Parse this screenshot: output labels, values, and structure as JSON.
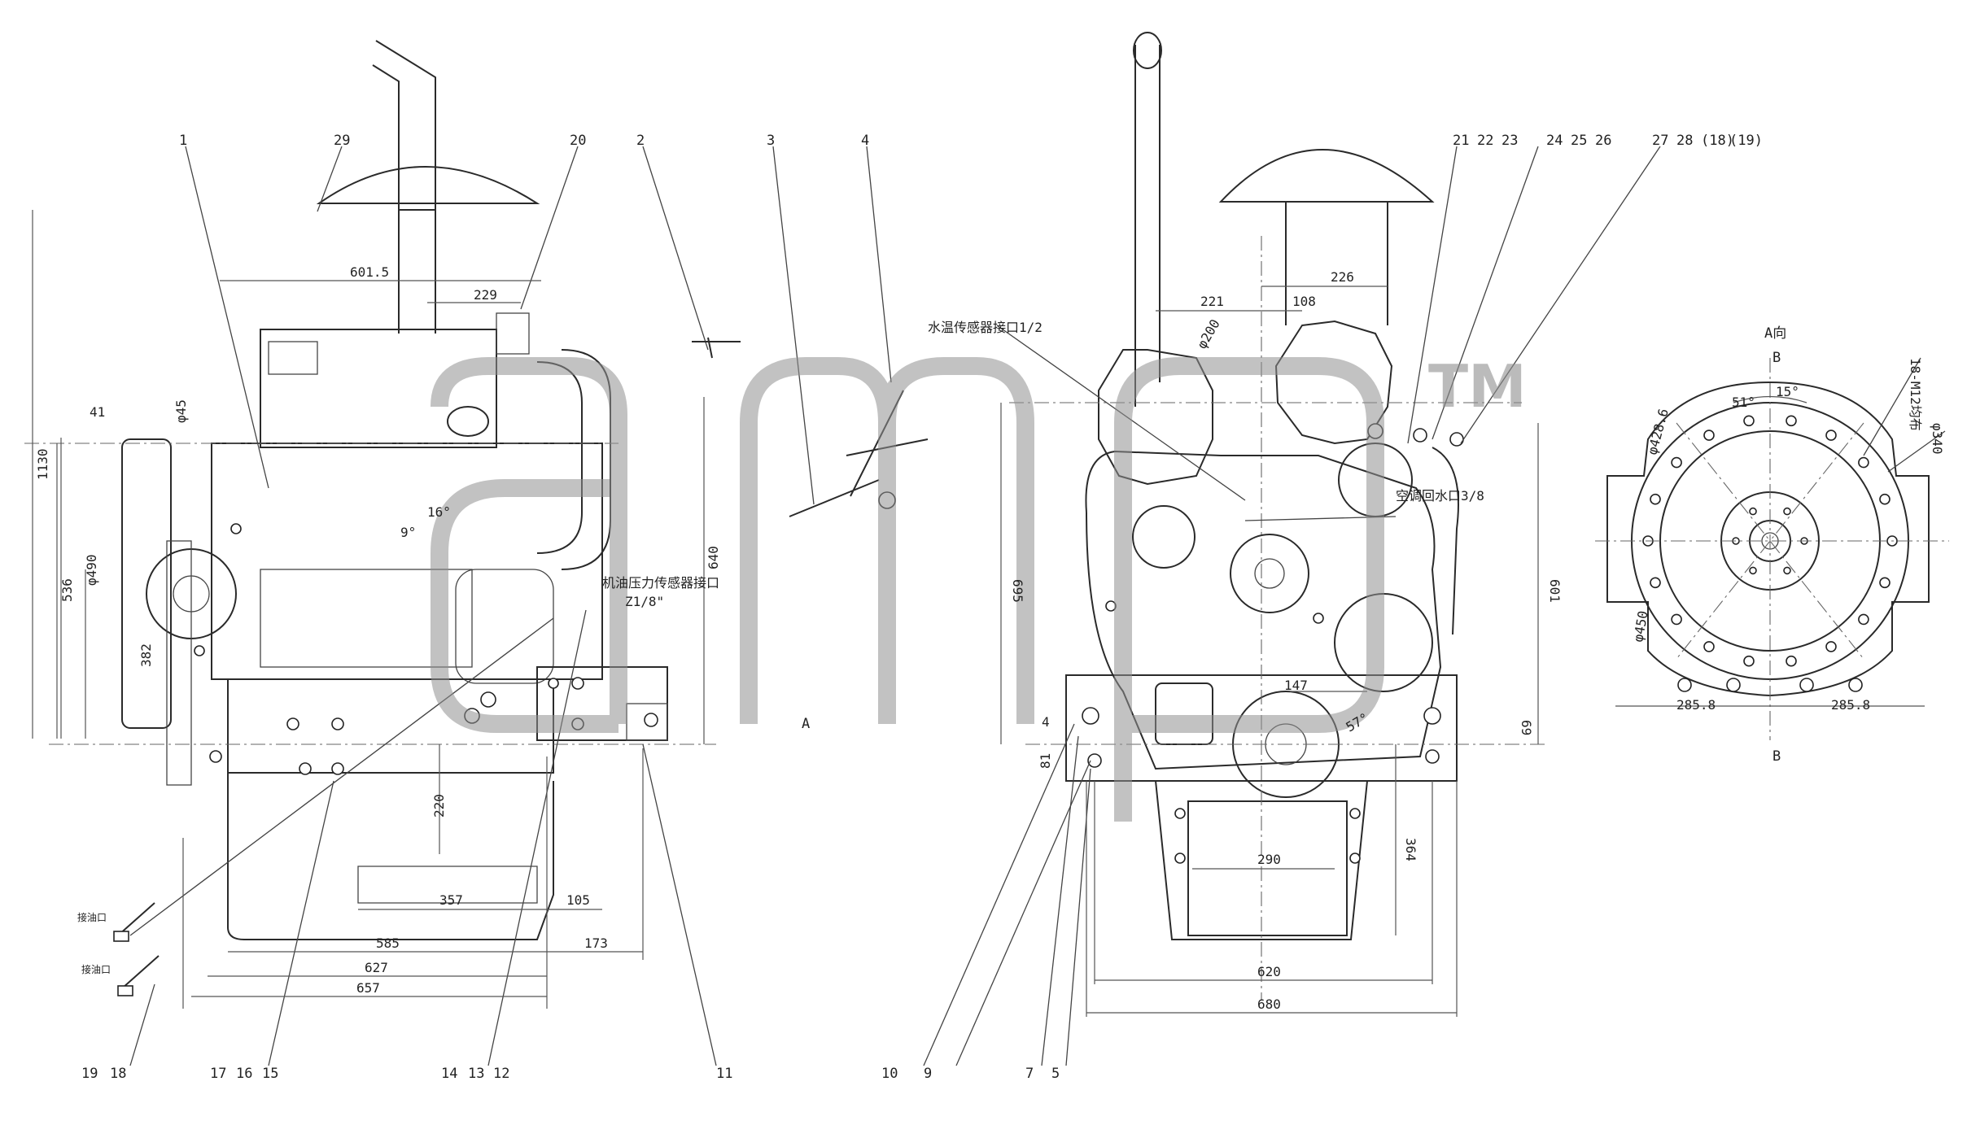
{
  "part_numbers": [
    "1",
    "29",
    "20",
    "2",
    "3",
    "4",
    "21",
    "22",
    "23",
    "24",
    "25",
    "26",
    "27",
    "28",
    "(18)",
    "(19)",
    "19",
    "18",
    "17",
    "16",
    "15",
    "14",
    "13",
    "12",
    "11",
    "10",
    "9",
    "7",
    "5"
  ],
  "view_labels": {
    "view_a": "A向",
    "section_b_top": "B",
    "section_b_bottom": "B",
    "arrow_a": "A"
  },
  "dimensions": {
    "left": {
      "d601_5": "601.5",
      "d229": "229",
      "d45": "φ45",
      "d490": "φ490",
      "d1130": "1130",
      "d536": "536",
      "d382": "382",
      "d640": "640",
      "d220": "220",
      "d357": "357",
      "d105": "105",
      "d585": "585",
      "d173": "173",
      "d627": "627",
      "d657": "657",
      "ang16": "16°",
      "ang9": "9°",
      "d41": "41"
    },
    "middle": {
      "d221": "221",
      "d108": "108",
      "d226": "226",
      "d200": "φ200",
      "d695": "695",
      "d601": "601",
      "d147": "147",
      "d290": "290",
      "d364": "364",
      "d620": "620",
      "d680": "680",
      "d4": "4",
      "d81": "81",
      "d69": "69",
      "ang57": "57°"
    },
    "right": {
      "d428_6": "φ428.6",
      "d340": "φ340",
      "d450": "φ450",
      "d285_8_left": "285.8",
      "d285_8_right": "285.8",
      "ang15": "15°",
      "ang51": "51°",
      "holes": "18-M12均布"
    }
  },
  "annotations": {
    "oil_sensor": "机油压力传感器接口",
    "oil_thread": "Z1/8\"",
    "water_sensor": "水温传感器接口1/2",
    "ac_water": "空调回水口3/8",
    "left_fitting_1": "接油口",
    "left_fitting_2": "接油口"
  },
  "watermark": {
    "text": "amp",
    "tm": "TM"
  },
  "colors": {
    "line": "#2a2a2a",
    "watermark": "#8f8f8f",
    "background": "#ffffff"
  }
}
